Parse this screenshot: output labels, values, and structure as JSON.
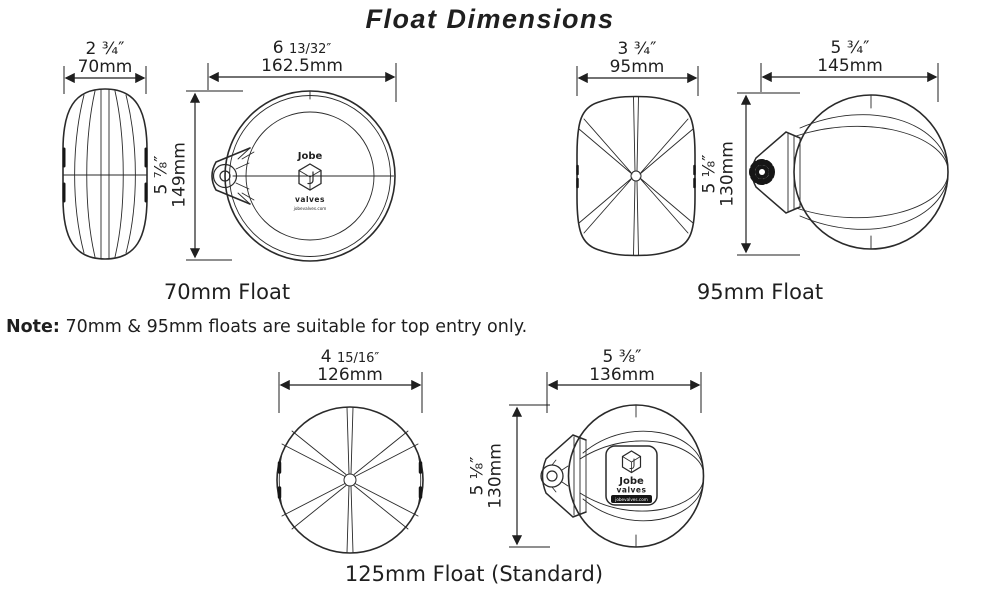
{
  "title": "Float Dimensions",
  "note": {
    "label": "Note:",
    "text": " 70mm & 95mm floats are suitable for top entry only."
  },
  "labels": {
    "f70": "70mm Float",
    "f95": "95mm Float",
    "f125": "125mm Float (Standard)"
  },
  "dims": {
    "d70w": {
      "in": "2 ¾″",
      "mm": "70mm"
    },
    "d70h": {
      "in": "5 ⅞″",
      "mm": "149mm"
    },
    "d162": {
      "in_whole": "6",
      "in_frac": "13/32″",
      "mm": "162.5mm"
    },
    "d95w": {
      "in": "3 ¾″",
      "mm": "95mm"
    },
    "d95h": {
      "in": "5 ⅛″",
      "mm": "130mm"
    },
    "d145": {
      "in": "5 ¾″",
      "mm": "145mm"
    },
    "d126": {
      "in_whole": "4",
      "in_frac": "15/16″",
      "mm": "126mm"
    },
    "d136": {
      "in": "5 ⅜″",
      "mm": "136mm"
    },
    "d125h": {
      "in": "5 ⅛″",
      "mm": "130mm"
    }
  },
  "logo": {
    "name": "Jobe",
    "sub": "valves",
    "url": "jobevalves.com"
  },
  "colors": {
    "line": "#1f1f1f",
    "background": "#ffffff"
  }
}
